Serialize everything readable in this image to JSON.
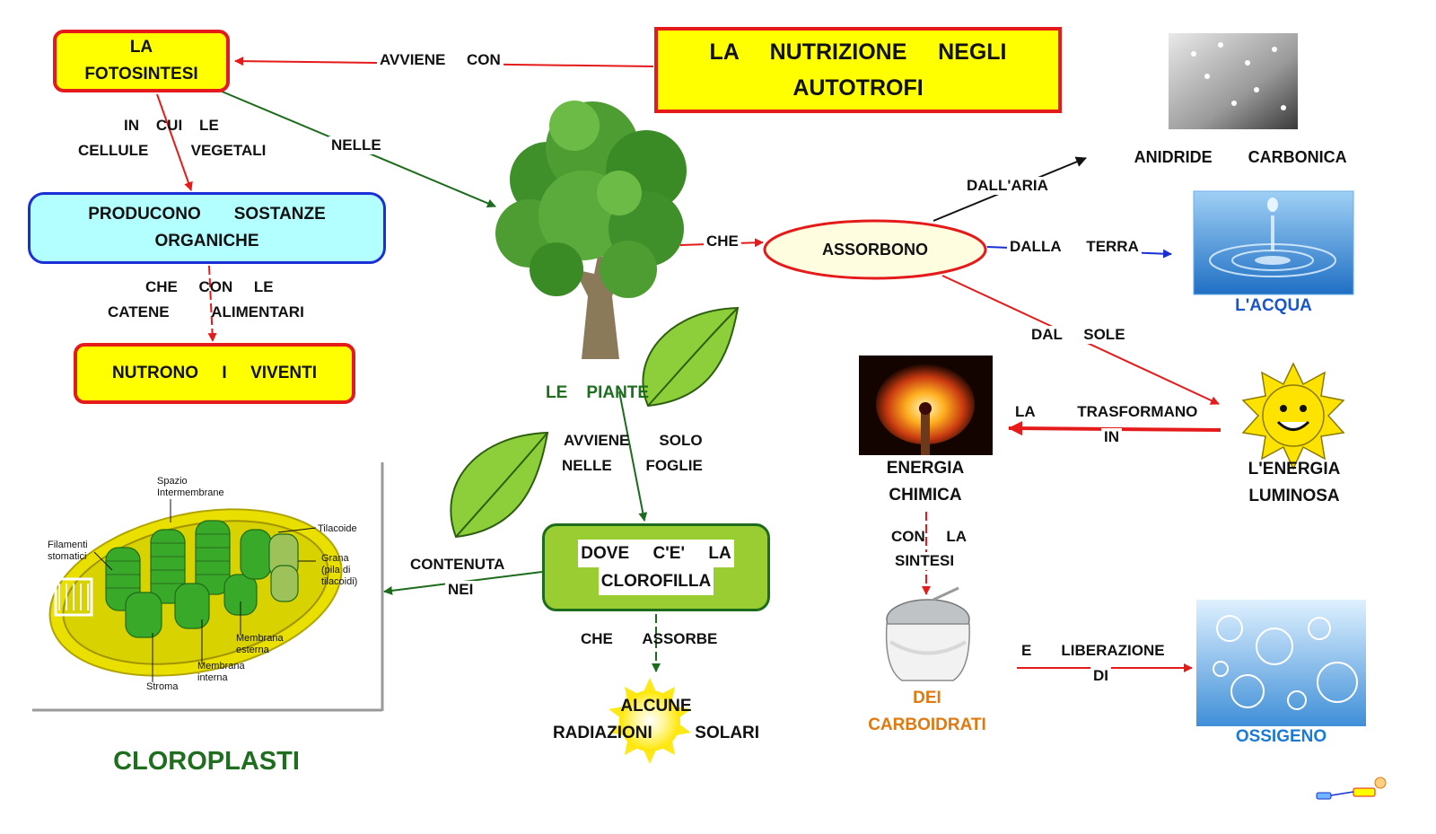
{
  "title": {
    "line1": "LA     NUTRIZIONE     NEGLI",
    "line2": "AUTOTROFI"
  },
  "nodes": {
    "fotosintesi": {
      "line1": "LA",
      "line2": "FOTOSINTESI"
    },
    "producono": {
      "line1": "PRODUCONO       SOSTANZE",
      "line2": "ORGANICHE"
    },
    "nutrono": {
      "text": "NUTRONO     I     VIVENTI"
    },
    "piante": {
      "text": "LE    PIANTE"
    },
    "assorbono": {
      "text": "ASSORBONO"
    },
    "clorofilla": {
      "line1": "DOVE     C'E'     LA",
      "line2": "CLOROFILLA"
    },
    "anidride": {
      "text": "ANIDRIDE        CARBONICA"
    },
    "acqua": {
      "text": "L'ACQUA"
    },
    "energia_luminosa": {
      "line1": "L'ENERGIA",
      "line2": "LUMINOSA"
    },
    "energia_chimica": {
      "line1": "ENERGIA",
      "line2": "CHIMICA"
    },
    "carboidrati": {
      "line1": "DEI",
      "line2": "CARBOIDRATI"
    },
    "ossigeno": {
      "text": "OSSIGENO"
    },
    "radiazioni": {
      "line1": "ALCUNE",
      "line2": "RADIAZIONI         SOLARI"
    },
    "cloroplasti": {
      "text": "CLOROPLASTI"
    }
  },
  "links": {
    "avviene_con": "AVVIENE     CON",
    "in_cui_1": "IN    CUI    LE",
    "in_cui_2": "CELLULE          VEGETALI",
    "nelle": "NELLE",
    "che_con_1": "CHE     CON     LE",
    "che_con_2": "CATENE          ALIMENTARI",
    "che": "CHE",
    "dall_aria": "DALL'ARIA",
    "dalla_terra": "DALLA      TERRA",
    "dal_sole": "DAL     SOLE",
    "avviene_solo_1": "AVVIENE       SOLO",
    "avviene_solo_2": "NELLE        FOGLIE",
    "contenuta_1": "CONTENUTA",
    "contenuta_2": "NEI",
    "che_assorbe": "CHE       ASSORBE",
    "trasformano_1": "LA          TRASFORMANO",
    "trasformano_2": "IN",
    "con_la_1": "CON     LA",
    "con_la_2": "SINTESI",
    "liberazione_1": "E       LIBERAZIONE",
    "liberazione_2": "DI"
  },
  "chloroplast_labels": {
    "spazio": "Spazio\nIntermembrane",
    "tilacoide": "Tilacoide",
    "filamenti": "Filamenti\nstomatici",
    "grana": "Grana\n(pila di\ntilacoidi)",
    "membrana_esterna": "Membrana\nesterna",
    "membrana_interna": "Membrana\ninterna",
    "stroma": "Stroma"
  },
  "colors": {
    "red": "#e51a1a",
    "green": "#1d6b1d",
    "blue": "#1a2fd6",
    "black": "#111111",
    "yellow": "#ffff00",
    "cyan": "#b3ffff",
    "leaf_green": "#9acd32",
    "orange": "#e07a10",
    "acqua_blue": "#1a56c8",
    "ossigeno_blue": "#1a7ad6",
    "dark_green": "#1f6e1f"
  }
}
